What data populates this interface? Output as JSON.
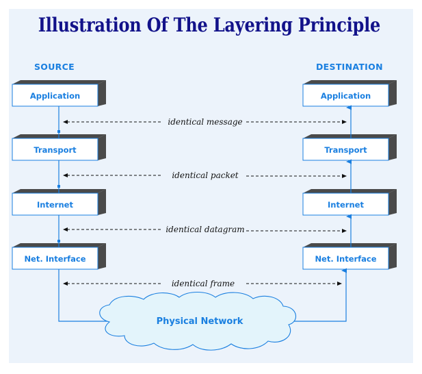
{
  "title": "Illustration Of The Layering Principle",
  "source": {
    "label": "SOURCE",
    "layers": [
      "Application",
      "Transport",
      "Internet",
      "Net. Interface"
    ]
  },
  "destination": {
    "label": "DESTINATION",
    "layers": [
      "Application",
      "Transport",
      "Internet",
      "Net. Interface"
    ]
  },
  "peer_messages": [
    "identical message",
    "identical packet",
    "identical datagram",
    "identical frame"
  ],
  "network": {
    "label": "Physical Network"
  },
  "colors": {
    "title": "#12128a",
    "accent": "#1a7fe0",
    "box_fill": "#ffffff",
    "box_shadow": "#4a4a4a",
    "cloud_fill": "#e3f4fb",
    "slide_bg": "#ecf3fb"
  }
}
